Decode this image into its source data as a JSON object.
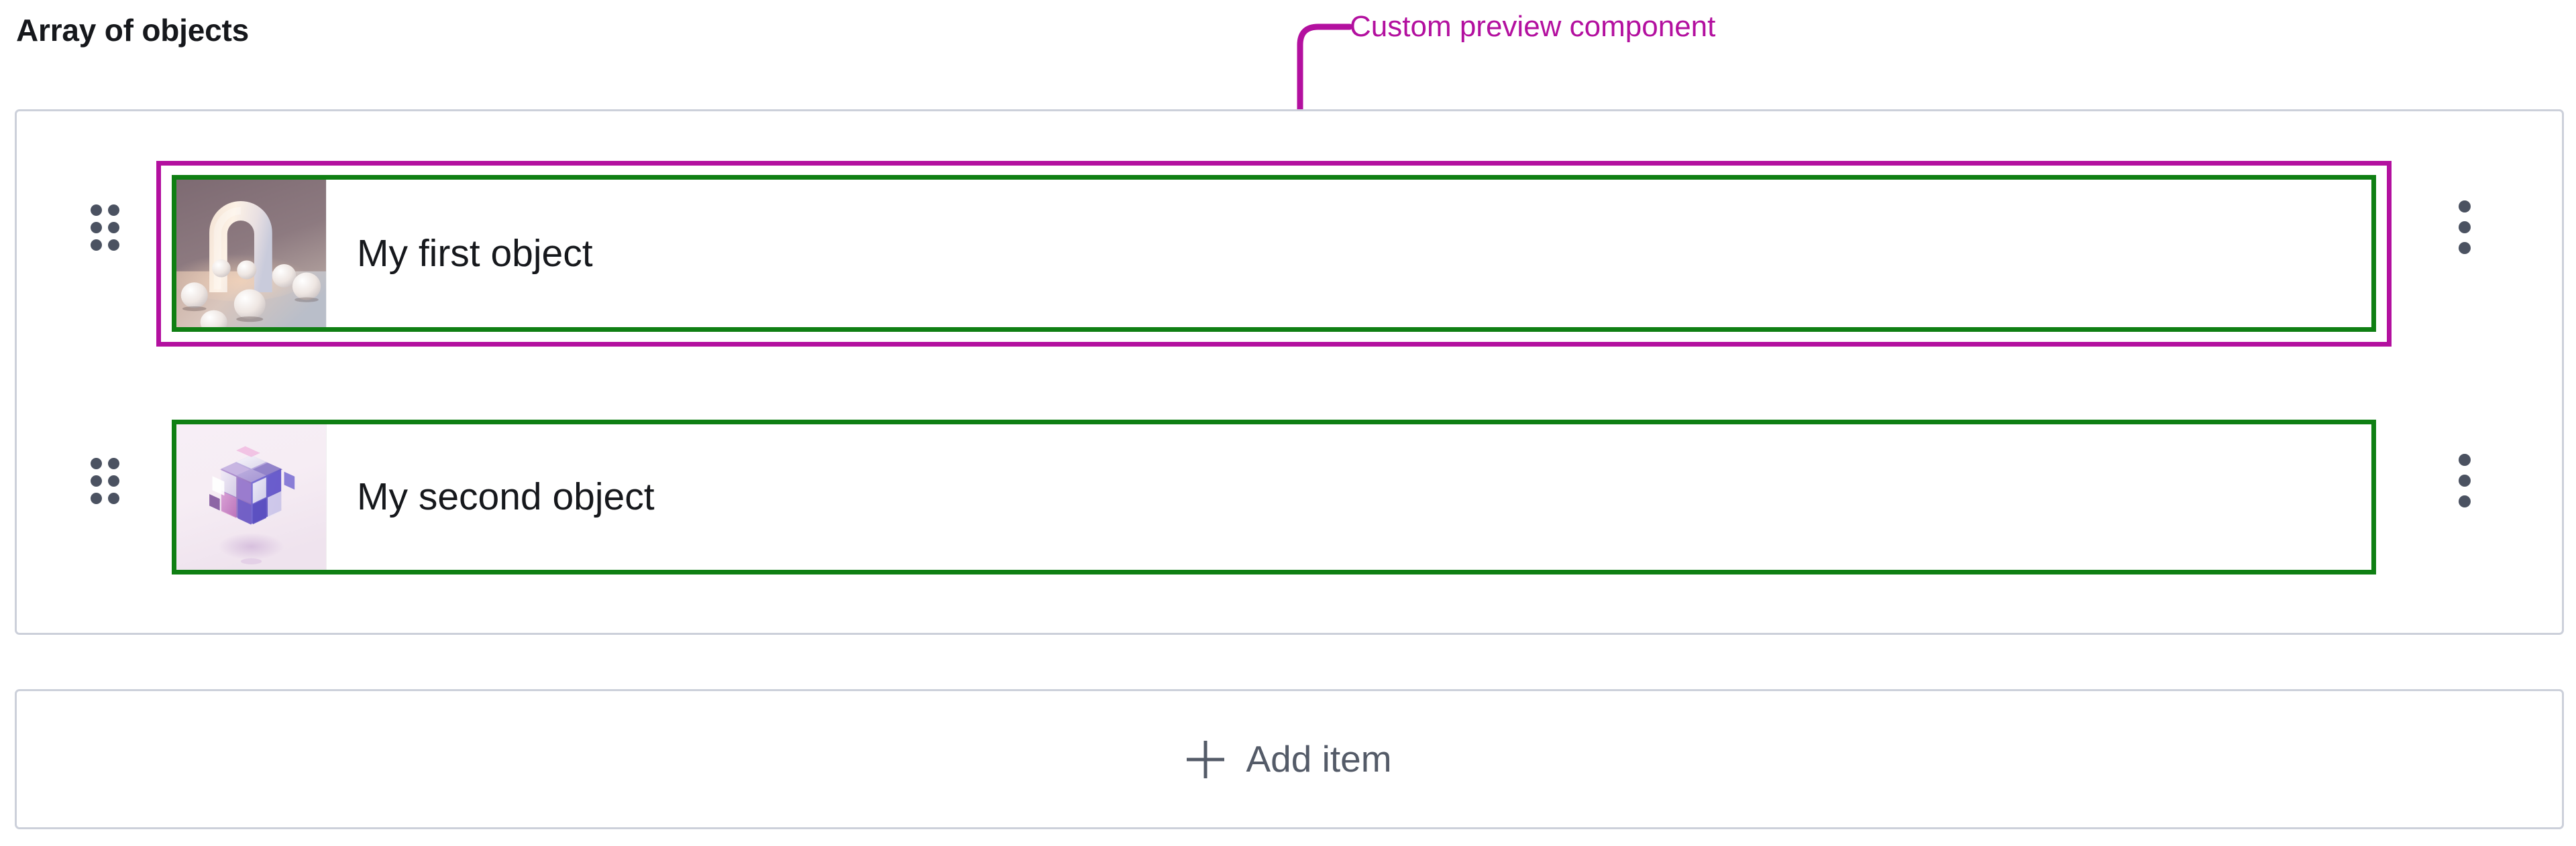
{
  "page": {
    "title": "Array of objects"
  },
  "annotation": {
    "label": "Custom preview component",
    "color": "#b3109f",
    "target": "first-item-preview"
  },
  "colors": {
    "annotation_magenta": "#b3109f",
    "highlight_green": "#0f7f13",
    "container_border": "#ccd0da",
    "text_primary": "#16181c",
    "text_muted": "#545b68",
    "icon_gray": "#4b5261",
    "background": "#ffffff"
  },
  "array": {
    "items": [
      {
        "title": "My first object",
        "drag_handle_icon": "drag-dots-icon",
        "menu_icon": "kebab-menu-icon",
        "preview": {
          "icon": "thumbnail-image",
          "description": "3D render of a pastel arch with scattered spheres",
          "highlighted": true,
          "annotated": true
        }
      },
      {
        "title": "My second object",
        "drag_handle_icon": "drag-dots-icon",
        "menu_icon": "kebab-menu-icon",
        "preview": {
          "icon": "thumbnail-image",
          "description": "3D render of a purple and blue segmented cube",
          "highlighted": true,
          "annotated": false
        }
      }
    ]
  },
  "add_item": {
    "label": "Add item",
    "icon": "plus-icon"
  }
}
